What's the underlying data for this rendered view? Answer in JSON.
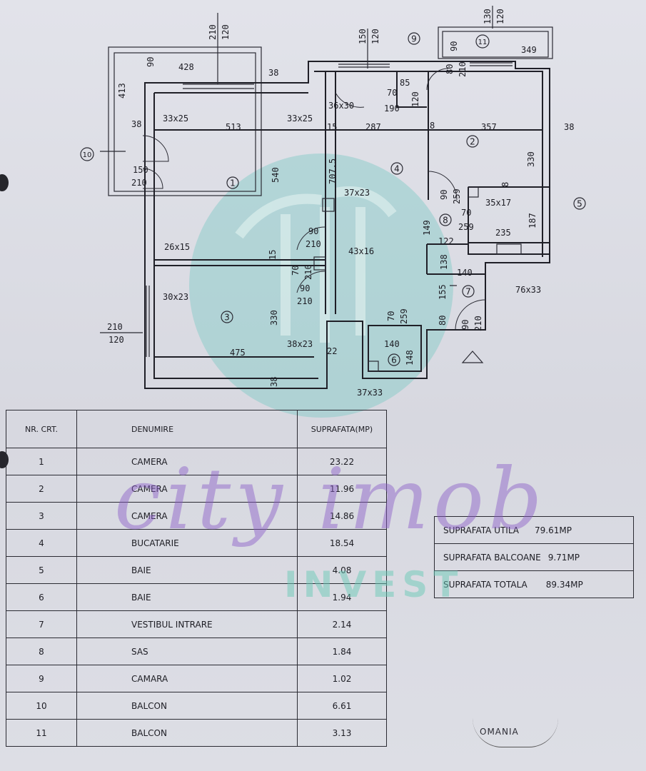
{
  "rooms_table": {
    "headers": [
      "NR. CRT.",
      "DENUMIRE",
      "SUPRAFATA(MP)"
    ],
    "rows": [
      [
        "1",
        "CAMERA",
        "23.22"
      ],
      [
        "2",
        "CAMERA",
        "11.96"
      ],
      [
        "3",
        "CAMERA",
        "14.86"
      ],
      [
        "4",
        "BUCATARIE",
        "18.54"
      ],
      [
        "5",
        "BAIE",
        "4.08"
      ],
      [
        "6",
        "BAIE",
        "1.94"
      ],
      [
        "7",
        "VESTIBUL INTRARE",
        "2.14"
      ],
      [
        "8",
        "SAS",
        "1.84"
      ],
      [
        "9",
        "CAMARA",
        "1.02"
      ],
      [
        "10",
        "BALCON",
        "6.61"
      ],
      [
        "11",
        "BALCON",
        "3.13"
      ]
    ]
  },
  "summary": {
    "util_label": "SUPRAFATA UTILA",
    "util_value": "79.61MP",
    "balcoane_label": "SUPRAFATA BALCOANE",
    "balcoane_value": "9.71MP",
    "totala_label": "SUPRAFATA TOTALA",
    "totala_value": "89.34MP"
  },
  "watermark": {
    "script": "city imob",
    "word": "INVEST"
  },
  "stamp_text": "OMANIA",
  "plan": {
    "room_numbers": [
      "1",
      "2",
      "3",
      "4",
      "5",
      "6",
      "7",
      "8",
      "9",
      "10",
      "11"
    ],
    "dimensions": {
      "d_210_120_top": "210",
      "d_120_top": "120",
      "d_150_top": "150",
      "d_120b_top": "120",
      "d_130": "130",
      "d_120c": "120",
      "d_90a": "90",
      "d_428": "428",
      "d_413": "413",
      "d_38a": "38",
      "d_33x25a": "33x25",
      "d_33x25b": "33x25",
      "d_36x30": "36x30",
      "d_70": "70",
      "d_190": "190",
      "d_85": "85",
      "d_120d": "120",
      "d_90b": "90",
      "d_80": "80",
      "d_210b": "210",
      "d_349": "349",
      "d_38b": "38",
      "d_513": "513",
      "d_15a": "15",
      "d_287": "287",
      "d_8a": "8",
      "d_357": "357",
      "d_38c": "38",
      "d_150": "150",
      "d_210c": "210",
      "d_540": "540",
      "d_7075": "707.5",
      "d_330a": "330",
      "d_37x23": "37x23",
      "d_90c": "90",
      "d_259a": "259",
      "d_8b": "8",
      "d_35x17": "35x17",
      "d_70b": "70",
      "d_259b": "259",
      "d_187": "187",
      "d_90d": "90",
      "d_210d": "210",
      "d_149": "149",
      "d_235": "235",
      "d_26x15": "26x15",
      "d_15b": "15",
      "d_43x16": "43x16",
      "d_122": "122",
      "d_138": "138",
      "d_70c": "70",
      "d_210e": "210",
      "d_140a": "140",
      "d_76x33": "76x33",
      "d_30x23": "30x23",
      "d_90e": "90",
      "d_210f": "210",
      "d_155": "155",
      "d_210g": "210",
      "d_120e": "120",
      "d_330b": "330",
      "d_70d": "70",
      "d_259c": "259",
      "d_80b": "80",
      "d_90f": "90",
      "d_210h": "210",
      "d_140b": "140",
      "d_148": "148",
      "d_475": "475",
      "d_38x23": "38x23",
      "d_22": "22",
      "d_38d": "38",
      "d_37x33": "37x33"
    }
  }
}
